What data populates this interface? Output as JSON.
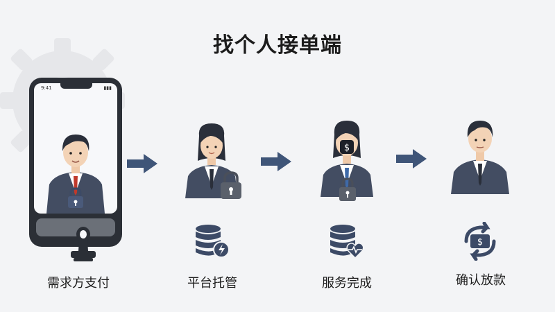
{
  "title": "找个人接单端",
  "phone": {
    "status_time": "9:41",
    "status_icons": "▮▮▮"
  },
  "steps": [
    {
      "label": "需求方支付",
      "icon": "padlock-icon"
    },
    {
      "label": "平台托管",
      "icon": "database-lock-icon"
    },
    {
      "label": "服务完成",
      "icon": "database-heart-icon"
    },
    {
      "label": "确认放款",
      "icon": "refund-cycle-icon"
    }
  ],
  "colors": {
    "navy": "#3c4a66",
    "arrow": "#3f5578",
    "suit": "#434d62",
    "text": "#1c1c1c",
    "background": "#f3f4f6"
  }
}
